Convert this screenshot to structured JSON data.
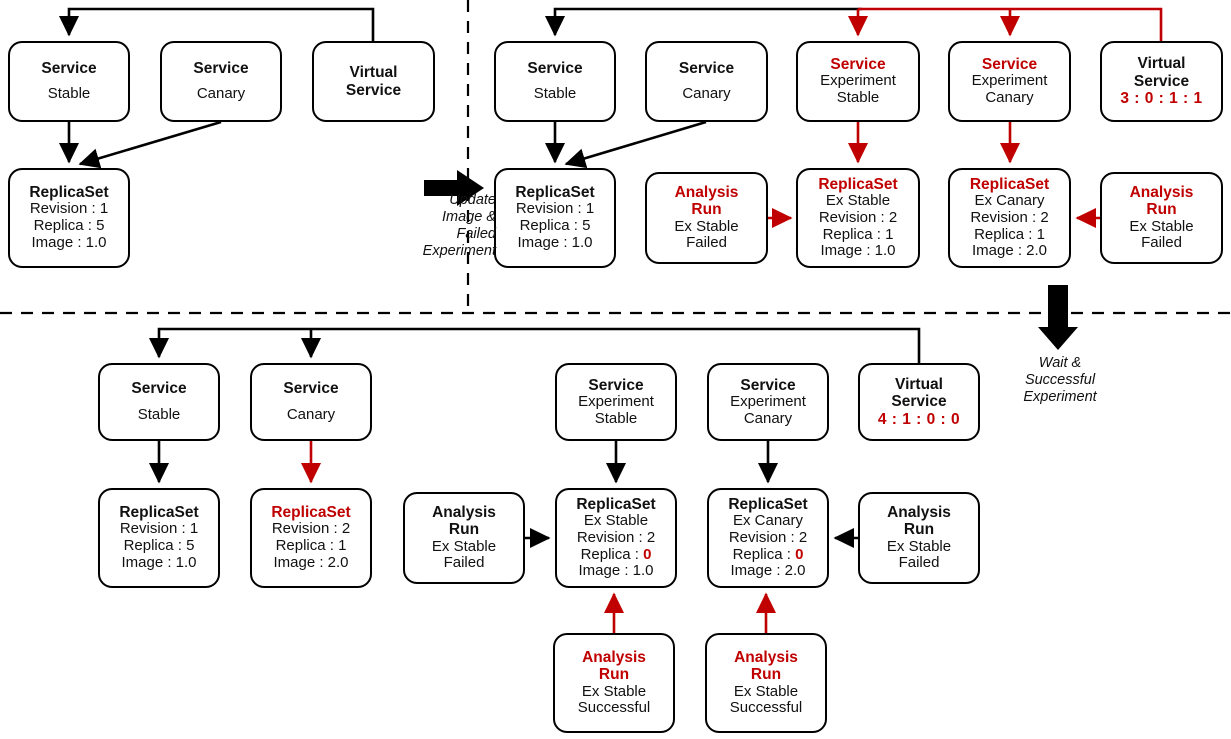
{
  "colors": {
    "accent_red": "#C00000",
    "line_black": "#000000",
    "background": "#FFFFFF"
  },
  "panels": {
    "top_left": {
      "name": "initial-state",
      "nodes": [
        {
          "id": "tl-svc-stable",
          "title": "Service",
          "title_color": "black",
          "lines": [
            "Stable"
          ],
          "spaced": true
        },
        {
          "id": "tl-svc-canary",
          "title": "Service",
          "title_color": "black",
          "lines": [
            "Canary"
          ],
          "spaced": true
        },
        {
          "id": "tl-virtualsvc",
          "title": "Virtual\nService",
          "title_color": "black",
          "lines": [],
          "spaced": false
        },
        {
          "id": "tl-rs",
          "title": "ReplicaSet",
          "title_color": "black",
          "lines": [
            "Revision : 1",
            "Replica : 5",
            "Image : 1.0"
          ],
          "spaced": false
        }
      ]
    },
    "top_right": {
      "name": "after-update-failed-experiment",
      "nodes": [
        {
          "id": "tr-svc-stable",
          "title": "Service",
          "title_color": "black",
          "lines": [
            "Stable"
          ],
          "spaced": true
        },
        {
          "id": "tr-svc-canary",
          "title": "Service",
          "title_color": "black",
          "lines": [
            "Canary"
          ],
          "spaced": true
        },
        {
          "id": "tr-svc-ex-stable",
          "title": "Service",
          "title_color": "red",
          "lines": [
            "Experiment",
            "Stable"
          ],
          "spaced": false
        },
        {
          "id": "tr-svc-ex-canary",
          "title": "Service",
          "title_color": "red",
          "lines": [
            "Experiment",
            "Canary"
          ],
          "spaced": false
        },
        {
          "id": "tr-virtualsvc",
          "title": "Virtual\nService",
          "title_color": "black",
          "ratio": "3 : 0 : 1 : 1",
          "lines": [],
          "spaced": false
        },
        {
          "id": "tr-rs-stable",
          "title": "ReplicaSet",
          "title_color": "black",
          "lines": [
            "Revision : 1",
            "Replica : 5",
            "Image : 1.0"
          ],
          "spaced": false
        },
        {
          "id": "tr-ar-left",
          "title": "Analysis\nRun",
          "title_color": "red",
          "lines": [
            "Ex Stable",
            "Failed"
          ],
          "spaced": false
        },
        {
          "id": "tr-rs-ex-stable",
          "title": "ReplicaSet",
          "title_color": "red",
          "lines": [
            "Ex Stable",
            "Revision : 2",
            "Replica : 1",
            "Image : 1.0"
          ],
          "spaced": false
        },
        {
          "id": "tr-rs-ex-canary",
          "title": "ReplicaSet",
          "title_color": "red",
          "lines": [
            "Ex Canary",
            "Revision : 2",
            "Replica : 1",
            "Image : 2.0"
          ],
          "spaced": false
        },
        {
          "id": "tr-ar-right",
          "title": "Analysis\nRun",
          "title_color": "red",
          "lines": [
            "Ex Stable",
            "Failed"
          ],
          "spaced": false
        }
      ]
    },
    "bottom": {
      "name": "after-wait-successful-experiment",
      "nodes": [
        {
          "id": "bt-svc-stable",
          "title": "Service",
          "title_color": "black",
          "lines": [
            "Stable"
          ],
          "spaced": true
        },
        {
          "id": "bt-svc-canary",
          "title": "Service",
          "title_color": "black",
          "lines": [
            "Canary"
          ],
          "spaced": true
        },
        {
          "id": "bt-svc-ex-stable",
          "title": "Service",
          "title_color": "black",
          "lines": [
            "Experiment",
            "Stable"
          ],
          "spaced": false
        },
        {
          "id": "bt-svc-ex-canary",
          "title": "Service",
          "title_color": "black",
          "lines": [
            "Experiment",
            "Canary"
          ],
          "spaced": false
        },
        {
          "id": "bt-virtualsvc",
          "title": "Virtual\nService",
          "title_color": "black",
          "ratio": "4 : 1 : 0 : 0",
          "lines": [],
          "spaced": false
        },
        {
          "id": "bt-rs-stable",
          "title": "ReplicaSet",
          "title_color": "black",
          "lines": [
            "Revision : 1",
            "Replica : 5",
            "Image : 1.0"
          ],
          "spaced": false
        },
        {
          "id": "bt-rs-canary",
          "title": "ReplicaSet",
          "title_color": "red",
          "lines": [
            "Revision : 2",
            "Replica : 1",
            "Image : 2.0"
          ],
          "spaced": false
        },
        {
          "id": "bt-ar-left",
          "title": "Analysis\nRun",
          "title_color": "black",
          "lines": [
            "Ex Stable",
            "Failed"
          ],
          "spaced": false
        },
        {
          "id": "bt-rs-ex-stable",
          "title": "ReplicaSet",
          "title_color": "black",
          "lines": [
            "Ex Stable",
            "Revision : 2",
            "Replica : |0|",
            "Image : 1.0"
          ],
          "spaced": false
        },
        {
          "id": "bt-rs-ex-canary",
          "title": "ReplicaSet",
          "title_color": "black",
          "lines": [
            "Ex Canary",
            "Revision : 2",
            "Replica : |0|",
            "Image : 2.0"
          ],
          "spaced": false
        },
        {
          "id": "bt-ar-right",
          "title": "Analysis\nRun",
          "title_color": "black",
          "lines": [
            "Ex Stable",
            "Failed"
          ],
          "spaced": false
        },
        {
          "id": "bt-ar-succ-1",
          "title": "Analysis\nRun",
          "title_color": "red",
          "lines": [
            "Ex Stable",
            "Successful"
          ],
          "spaced": false
        },
        {
          "id": "bt-ar-succ-2",
          "title": "Analysis\nRun",
          "title_color": "red",
          "lines": [
            "Ex Stable",
            "Successful"
          ],
          "spaced": false
        }
      ]
    }
  },
  "transitions": {
    "horizontal": {
      "label": "Update\nImage &\nFailed\nExperiment",
      "direction": "right"
    },
    "vertical": {
      "label": "Wait &\nSuccessful\nExperiment",
      "direction": "down"
    }
  },
  "node_text": {
    "tl_svc_stable_title": "Service",
    "tl_svc_stable_sub": "Stable",
    "tl_svc_canary_title": "Service",
    "tl_svc_canary_sub": "Canary",
    "tl_vs_title_a": "Virtual",
    "tl_vs_title_b": "Service",
    "tl_rs_title": "ReplicaSet",
    "tl_rs_l1": "Revision : 1",
    "tl_rs_l2": "Replica : 5",
    "tl_rs_l3": "Image : 1.0",
    "tr_svc_stable_title": "Service",
    "tr_svc_stable_sub": "Stable",
    "tr_svc_canary_title": "Service",
    "tr_svc_canary_sub": "Canary",
    "tr_svc_ex_stable_title": "Service",
    "tr_svc_ex_stable_l1": "Experiment",
    "tr_svc_ex_stable_l2": "Stable",
    "tr_svc_ex_canary_title": "Service",
    "tr_svc_ex_canary_l1": "Experiment",
    "tr_svc_ex_canary_l2": "Canary",
    "tr_vs_title_a": "Virtual",
    "tr_vs_title_b": "Service",
    "tr_vs_ratio": "3 : 0 : 1 : 1",
    "tr_rs_title": "ReplicaSet",
    "tr_rs_l1": "Revision : 1",
    "tr_rs_l2": "Replica : 5",
    "tr_rs_l3": "Image : 1.0",
    "tr_ar_l_title_a": "Analysis",
    "tr_ar_l_title_b": "Run",
    "tr_ar_l_l1": "Ex Stable",
    "tr_ar_l_l2": "Failed",
    "tr_rs_exs_title": "ReplicaSet",
    "tr_rs_exs_l1": "Ex Stable",
    "tr_rs_exs_l2": "Revision : 2",
    "tr_rs_exs_l3": "Replica : 1",
    "tr_rs_exs_l4": "Image : 1.0",
    "tr_rs_exc_title": "ReplicaSet",
    "tr_rs_exc_l1": "Ex Canary",
    "tr_rs_exc_l2": "Revision : 2",
    "tr_rs_exc_l3": "Replica : 1",
    "tr_rs_exc_l4": "Image : 2.0",
    "tr_ar_r_title_a": "Analysis",
    "tr_ar_r_title_b": "Run",
    "tr_ar_r_l1": "Ex Stable",
    "tr_ar_r_l2": "Failed",
    "bt_svc_stable_title": "Service",
    "bt_svc_stable_sub": "Stable",
    "bt_svc_canary_title": "Service",
    "bt_svc_canary_sub": "Canary",
    "bt_svc_ex_stable_title": "Service",
    "bt_svc_ex_stable_l1": "Experiment",
    "bt_svc_ex_stable_l2": "Stable",
    "bt_svc_ex_canary_title": "Service",
    "bt_svc_ex_canary_l1": "Experiment",
    "bt_svc_ex_canary_l2": "Canary",
    "bt_vs_title_a": "Virtual",
    "bt_vs_title_b": "Service",
    "bt_vs_ratio": "4 : 1 : 0 : 0",
    "bt_rs_s_title": "ReplicaSet",
    "bt_rs_s_l1": "Revision : 1",
    "bt_rs_s_l2": "Replica : 5",
    "bt_rs_s_l3": "Image : 1.0",
    "bt_rs_c_title": "ReplicaSet",
    "bt_rs_c_l1": "Revision : 2",
    "bt_rs_c_l2": "Replica : 1",
    "bt_rs_c_l3": "Image : 2.0",
    "bt_ar_l_title_a": "Analysis",
    "bt_ar_l_title_b": "Run",
    "bt_ar_l_l1": "Ex Stable",
    "bt_ar_l_l2": "Failed",
    "bt_rs_exs_title": "ReplicaSet",
    "bt_rs_exs_l1": "Ex Stable",
    "bt_rs_exs_l2": "Revision : 2",
    "bt_rs_exs_l3a": "Replica : ",
    "bt_rs_exs_l3b": "0",
    "bt_rs_exs_l4": "Image : 1.0",
    "bt_rs_exc_title": "ReplicaSet",
    "bt_rs_exc_l1": "Ex Canary",
    "bt_rs_exc_l2": "Revision : 2",
    "bt_rs_exc_l3a": "Replica : ",
    "bt_rs_exc_l3b": "0",
    "bt_rs_exc_l4": "Image : 2.0",
    "bt_ar_r_title_a": "Analysis",
    "bt_ar_r_title_b": "Run",
    "bt_ar_r_l1": "Ex Stable",
    "bt_ar_r_l2": "Failed",
    "bt_ar_s1_title_a": "Analysis",
    "bt_ar_s1_title_b": "Run",
    "bt_ar_s1_l1": "Ex Stable",
    "bt_ar_s1_l2": "Successful",
    "bt_ar_s2_title_a": "Analysis",
    "bt_ar_s2_title_b": "Run",
    "bt_ar_s2_l1": "Ex Stable",
    "bt_ar_s2_l2": "Successful",
    "trans_h_label": "Update\nImage &\nFailed\nExperiment",
    "trans_v_label": "Wait &\nSuccessful\nExperiment"
  }
}
